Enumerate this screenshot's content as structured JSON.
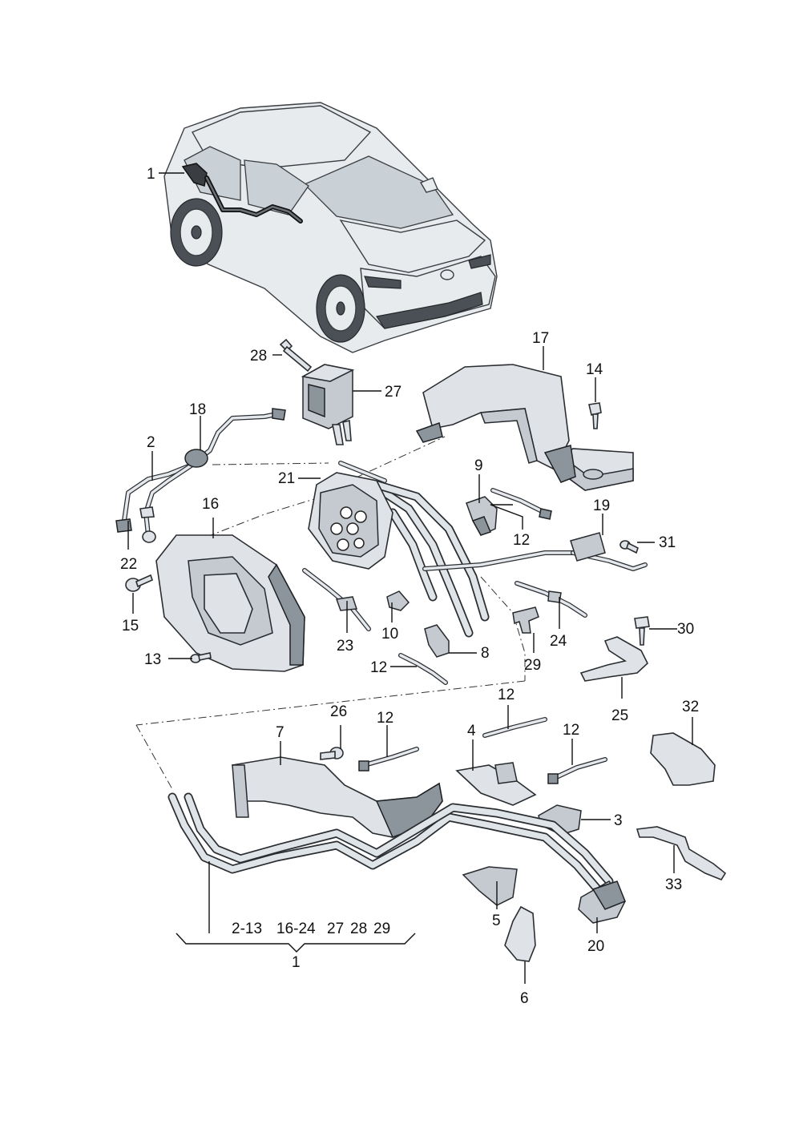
{
  "labels": {
    "l1_car": "1",
    "l2": "2",
    "l3": "3",
    "l4": "4",
    "l5": "5",
    "l6": "6",
    "l7": "7",
    "l8": "8",
    "l9": "9",
    "l10": "10",
    "l12_a": "12",
    "l12_b": "12",
    "l12_c": "12",
    "l12_d": "12",
    "l12_e": "12",
    "l13": "13",
    "l14": "14",
    "l15": "15",
    "l16": "16",
    "l17": "17",
    "l18": "18",
    "l19": "19",
    "l20": "20",
    "l21": "21",
    "l22": "22",
    "l23": "23",
    "l24": "24",
    "l25": "25",
    "l26": "26",
    "l27": "27",
    "l28": "28",
    "l29": "29",
    "l30": "30",
    "l31": "31",
    "l32": "32",
    "l33": "33"
  },
  "bracket": {
    "group1": "2-13",
    "group2": "16-24",
    "group3": "27",
    "group4": "28",
    "group5": "29",
    "total": "1"
  }
}
